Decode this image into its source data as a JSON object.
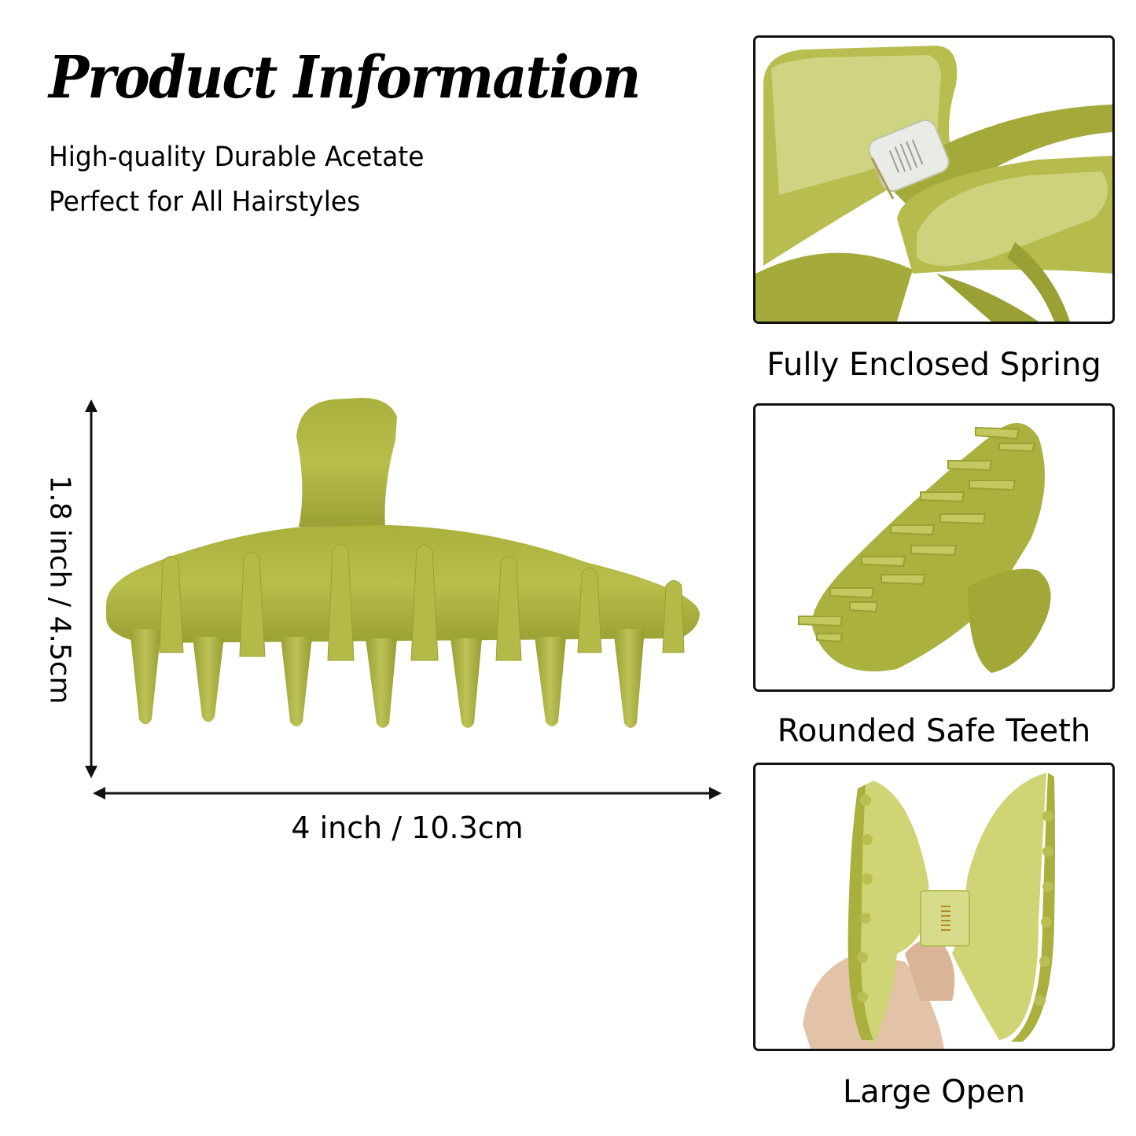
{
  "header": {
    "title": "Product Information",
    "subtitle_lines": [
      "High-quality Durable Acetate",
      "Perfect for All Hairstyles"
    ]
  },
  "dimensions": {
    "height_label": "1.8 inch  / 4.5cm",
    "width_label": "4 inch / 10.3cm"
  },
  "features": [
    {
      "caption": "Fully Enclosed Spring",
      "image": "claw-clip-spring-closeup"
    },
    {
      "caption": "Rounded Safe Teeth",
      "image": "claw-clip-side-teeth"
    },
    {
      "caption": "Large Open",
      "image": "claw-clip-opened-in-hand"
    }
  ],
  "colors": {
    "product": "#a6ad3a",
    "product_light": "#c9cf6a",
    "product_dark": "#8a9030",
    "text": "#000000",
    "frame_border": "#111111",
    "background": "#ffffff"
  }
}
